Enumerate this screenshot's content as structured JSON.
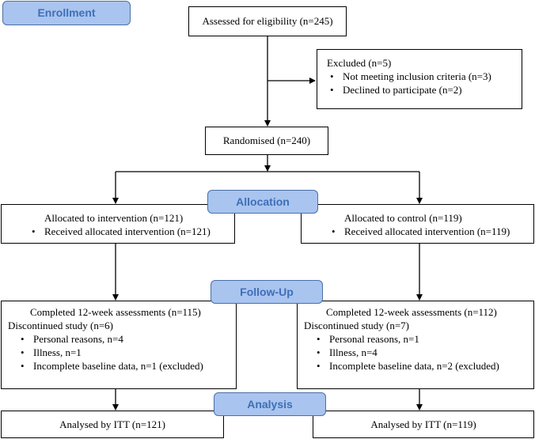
{
  "stages": {
    "enrollment": "Enrollment",
    "allocation": "Allocation",
    "followup": "Follow-Up",
    "analysis": "Analysis"
  },
  "assessed": "Assessed for eligibility (n=245)",
  "excluded": {
    "title": "Excluded (n=5)",
    "items": [
      "Not meeting inclusion criteria (n=3)",
      "Declined to participate (n=2)"
    ]
  },
  "randomised": "Randomised (n=240)",
  "intervention": {
    "allocated": "Allocated to intervention (n=121)",
    "received": "Received allocated intervention (n=121)",
    "completed": "Completed 12-week assessments (n=115)",
    "discontinued": "Discontinued study (n=6)",
    "reasons": [
      "Personal reasons, n=4",
      "Illness, n=1",
      "Incomplete baseline data, n=1 (excluded)"
    ],
    "analysed": "Analysed by ITT (n=121)"
  },
  "control": {
    "allocated": "Allocated to control (n=119)",
    "received": "Received allocated intervention (n=119)",
    "completed": "Completed 12-week assessments (n=112)",
    "discontinued": "Discontinued study (n=7)",
    "reasons": [
      "Personal reasons, n=1",
      "Illness, n=4",
      "Incomplete baseline data, n=2 (excluded)"
    ],
    "analysed": "Analysed by ITT (n=119)"
  }
}
